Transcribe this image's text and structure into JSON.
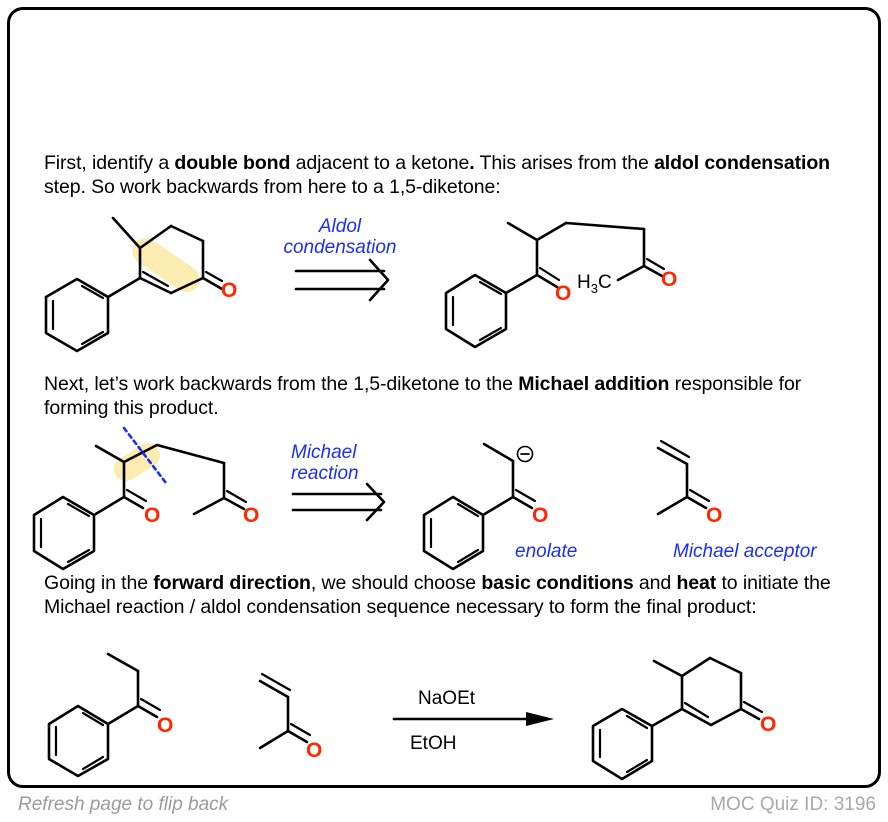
{
  "paragraphs": {
    "p1": {
      "t1": "First, identify a ",
      "b1": "double bond",
      "t2": " adjacent to a ketone",
      "b2": ".",
      "t3": " This arises from the ",
      "b3": "aldol condensation",
      "t4": " step. So work backwards from here to a 1,5-diketone:"
    },
    "p2": {
      "t1": "Next, let’s work backwards from the 1,5-diketone to the ",
      "b1": "Michael addition",
      "t2": " responsible for forming this product."
    },
    "p3": {
      "t1": "Going in the ",
      "b1": "forward direction",
      "t2": ", we should choose ",
      "b2": "basic conditions",
      "t3": " and ",
      "b3": "heat",
      "t4": " to initiate the Michael reaction / aldol condensation sequence necessary to form the final product:"
    }
  },
  "scheme1": {
    "arrow_label_line1": "Aldol",
    "arrow_label_line2": "condensation",
    "oxygen": "O",
    "methyl_label": "H",
    "methyl_sub": "3",
    "methyl_c": "C"
  },
  "scheme2": {
    "arrow_label_line1": "Michael",
    "arrow_label_line2": "reaction",
    "oxygen": "O",
    "charge": "−",
    "enolate_label": "enolate",
    "acceptor_label": "Michael acceptor"
  },
  "scheme3": {
    "reagent_top": "NaOEt",
    "reagent_bottom": "EtOH",
    "oxygen": "O"
  },
  "colors": {
    "highlight": "#fbe9a4",
    "blue_text": "#1a2ff0",
    "oxygen_red": "#ff2600",
    "footer_gray": "#9b9b9b"
  },
  "footer": {
    "left": "Refresh page to flip back",
    "right": "MOC Quiz ID: 3196"
  }
}
